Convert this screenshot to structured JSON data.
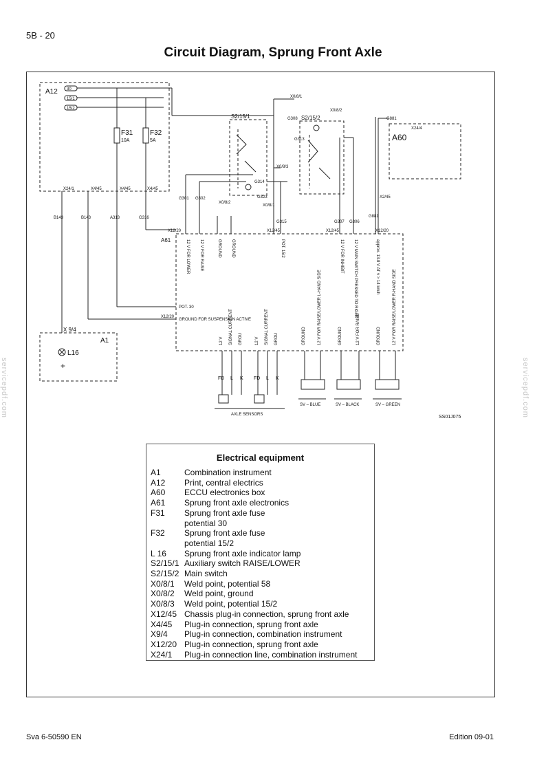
{
  "header": {
    "page_number": "5B - 20",
    "title": "Circuit Diagram, Sprung Front Axle"
  },
  "diagram": {
    "blocks": {
      "a12": "A12",
      "a60": "A60",
      "a61": "A61",
      "a1": "A1",
      "l16": "L16",
      "f31": "F31",
      "f31_rating": "10A",
      "f32": "F32",
      "f32_rating": "5A"
    },
    "a12_inputs": [
      "30",
      "15/1",
      "15/2"
    ],
    "connectors": {
      "x24_1": "X24/1",
      "x4_45_a": "X4/45",
      "x4_45_b": "X4/45",
      "x4_45_c": "X4/45",
      "x12_20_top": "X12/20",
      "x12_45_top": "X12/45",
      "x12_20_mid": "X12/20",
      "x12_45_mid": "X12/45",
      "x12_20_right": "X12/20",
      "x2_45": "X2/45",
      "x24_4": "X24/4",
      "x9_4": "X 9/4",
      "x12_20_left": "X12/20"
    },
    "switches": {
      "s2_15_1": "S2/15/1",
      "s2_15_2": "S2/15/2"
    },
    "weld_points": {
      "x0_8_1": "X0/8/1",
      "x0_8_2": "X0/8/2",
      "x0_8_3": "X0/8/3",
      "x0_8_2_b": "X0/8/2",
      "x0_8_1_b": "X0/8/1"
    },
    "wires": {
      "b143_a": "B143",
      "b143_b": "B143",
      "a313": "A313",
      "g316": "G316",
      "g301": "G301",
      "g302": "G302",
      "g315": "G315",
      "g307": "G307",
      "g306": "G306",
      "g881_a": "G881",
      "g881_b": "G881",
      "g308": "G308",
      "g313": "G313",
      "g314": "G314",
      "g323": "G323"
    },
    "a61_top_labels": [
      "12 V FOR LOWER",
      "12 V FOR RAISE",
      "GROUND",
      "GROUND",
      "POT. 15/2",
      "12 V FOR INHIBIT",
      "12 V MAIN SWITCH PRESSED TO RIGHT",
      "approx. 13.8 V AT v > 14 km/h"
    ],
    "a61_left_labels": {
      "pot30": "POT. 30",
      "ground_susp": "GROUND FOR SUSPENSION ACTIVE"
    },
    "a61_bottom_labels": [
      "12 V",
      "SIGNAL CURRENT",
      "GROU",
      "12 V",
      "SIGNAL CURRENT",
      "GROU",
      "GROUND",
      "12 V FOR RAISE/LOWER L-HAND SIDE",
      "GROUND",
      "12 V FOR RAISE",
      "GROUND",
      "12 V FOR RAISE/LOWER R-HAND SIDE"
    ],
    "pin_letters": [
      "FD",
      "L",
      "K",
      "FD",
      "L",
      "K"
    ],
    "valves": [
      "SV – BLUE",
      "SV – BLACK",
      "SV – GREEN"
    ],
    "axle_sensors": "AXLE SENSORS",
    "figure_code": "SS01J075"
  },
  "legend": {
    "title": "Electrical equipment",
    "items": [
      {
        "code": "A1",
        "desc": "Combination instrument"
      },
      {
        "code": "A12",
        "desc": "Print, central electrics"
      },
      {
        "code": "A60",
        "desc": "ECCU electronics box"
      },
      {
        "code": "A61",
        "desc": "Sprung front axle electronics"
      },
      {
        "code": "F31",
        "desc": "Sprung front axle fuse"
      },
      {
        "code": "",
        "desc": "potential 30"
      },
      {
        "code": "F32",
        "desc": "Sprung front axle fuse"
      },
      {
        "code": "",
        "desc": "potential 15/2"
      },
      {
        "code": "L 16",
        "desc": "Sprung front axle indicator lamp"
      },
      {
        "code": "S2/15/1",
        "desc": "Auxiliary switch RAISE/LOWER"
      },
      {
        "code": "S2/15/2",
        "desc": "Main switch"
      },
      {
        "code": "X0/8/1",
        "desc": "Weld point, potential 58"
      },
      {
        "code": "X0/8/2",
        "desc": "Weld point, ground"
      },
      {
        "code": "X0/8/3",
        "desc": "Weld point, potential 15/2"
      },
      {
        "code": "X12/45",
        "desc": "Chassis plug-in connection, sprung front axle"
      },
      {
        "code": "X4/45",
        "desc": "Plug-in connection, sprung front axle"
      },
      {
        "code": "X9/4",
        "desc": "Plug-in connection, combination instrument"
      },
      {
        "code": "X12/20",
        "desc": "Plug-in connection, sprung front axle"
      },
      {
        "code": "X24/1",
        "desc": "Plug-in connection line, combination instrument"
      }
    ]
  },
  "footer": {
    "left": "Sva 6-50590 EN",
    "right": "Edition 09-01"
  },
  "watermark": "servicepdf.com"
}
